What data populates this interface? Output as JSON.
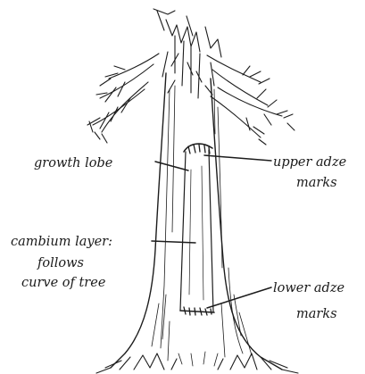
{
  "labels": {
    "growth_lobe": "growth lobe",
    "upper_adze_1": "upper adze",
    "upper_adze_2": "marks",
    "cambium_1": "cambium layer:",
    "cambium_2": "follows",
    "cambium_3": "curve of tree",
    "lower_adze_1": "lower adze",
    "lower_adze_2": "marks"
  },
  "colors": {
    "ink": "#1c1c1c",
    "background": "#ffffff"
  }
}
